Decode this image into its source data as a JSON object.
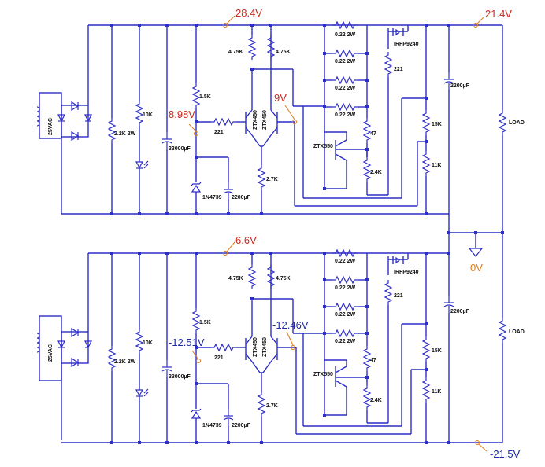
{
  "voltages": {
    "top_rail": "28.4V",
    "top_output": "21.4V",
    "top_ref": "8.98V",
    "top_sense": "9V",
    "bottom_rail": "6.6V",
    "ground": "0V",
    "bottom_ref": "-12.51V",
    "bottom_sense": "-12.46V",
    "bottom_output": "-21.5V"
  },
  "labels": {
    "transformer": "25VAC",
    "r_bleeder": "2.2K 2W",
    "r_led": "10K",
    "c_main": "33000µF",
    "r_zener": "1.5K",
    "zener": "1N4739",
    "r_base": "221",
    "c_ref": "2200µF",
    "r_collector": "4.75K",
    "pair": "ZTX450",
    "r_tail": "2.7K",
    "r_shunt": "0.22 2W",
    "mosfet": "IRFP9240",
    "r_gate": "221",
    "r_47": "47",
    "driver": "ZTX550",
    "r_24": "2.4K",
    "c_out": "2200µF",
    "r_15": "15K",
    "r_11": "11K",
    "load": "LOAD"
  },
  "colors": {
    "wire": "#2d2dc8",
    "ink": "#111111",
    "positive_note": "#cc2a1e",
    "negative_note": "#1c2aa8",
    "marker": "#e07a1a"
  }
}
